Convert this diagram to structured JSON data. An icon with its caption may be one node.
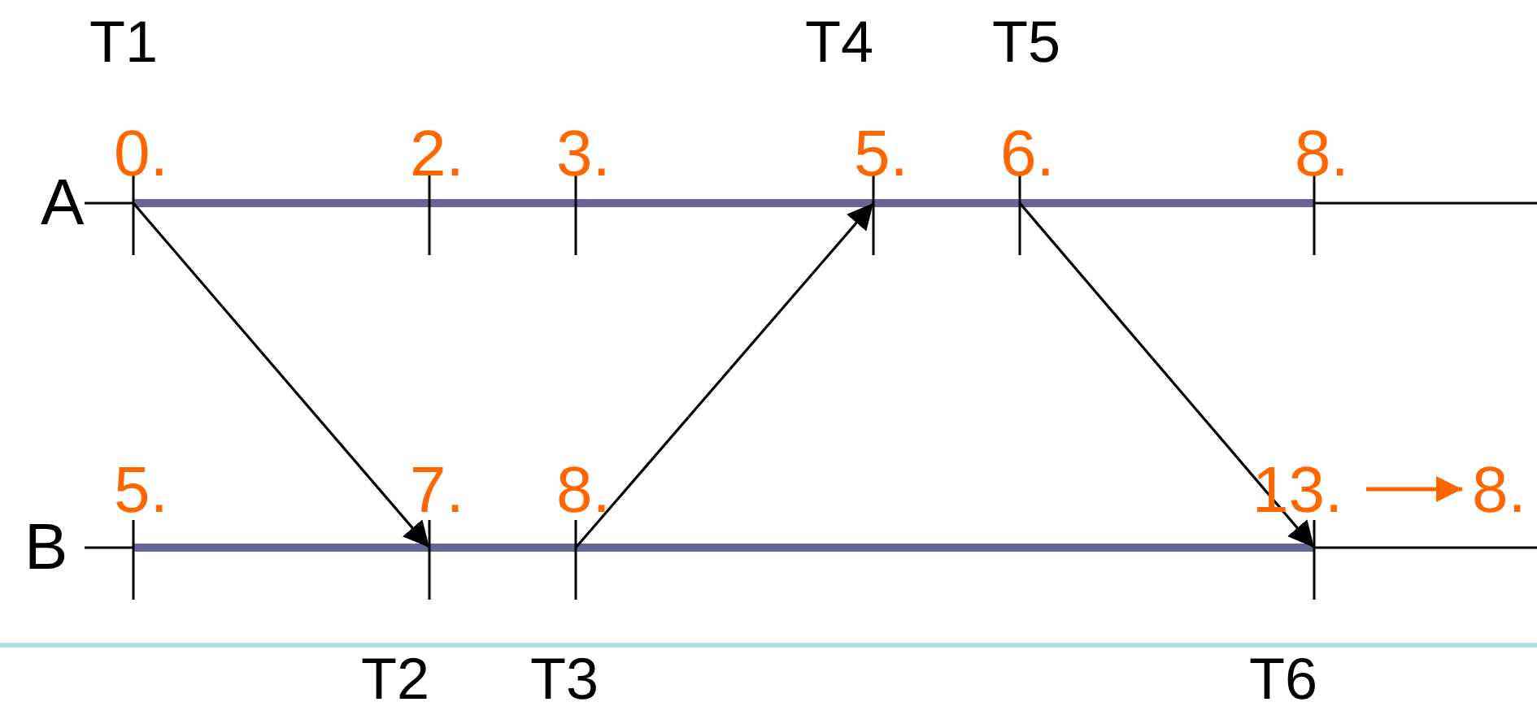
{
  "diagram": {
    "nodes": [
      {
        "text": [
          "T1",
          "0."
        ]
      },
      {
        "text": [
          "2."
        ]
      },
      {
        "text": [
          "3."
        ]
      },
      {
        "text": [
          "T4",
          "5."
        ]
      },
      {
        "text": [
          "T5",
          "6."
        ]
      },
      {
        "text": [
          "8."
        ]
      },
      {
        "text": [
          "5."
        ]
      },
      {
        "text": [
          "7.",
          "T2"
        ]
      },
      {
        "text": [
          "8.",
          "T3"
        ]
      },
      {
        "text": [
          "13.",
          "T6"
        ]
      },
      {
        "text": [
          "8."
        ]
      }
    ],
    "edges": [
      {
        "from": 0,
        "to": 7,
        "arrow": "to"
      },
      {
        "from": 8,
        "to": 3,
        "arrow": "to"
      },
      {
        "from": 4,
        "to": 9,
        "arrow": "to"
      },
      {
        "from": 9,
        "to": 10,
        "arrow": "to",
        "color": "#ff6600"
      }
    ],
    "labels": [
      "A",
      "B"
    ]
  }
}
